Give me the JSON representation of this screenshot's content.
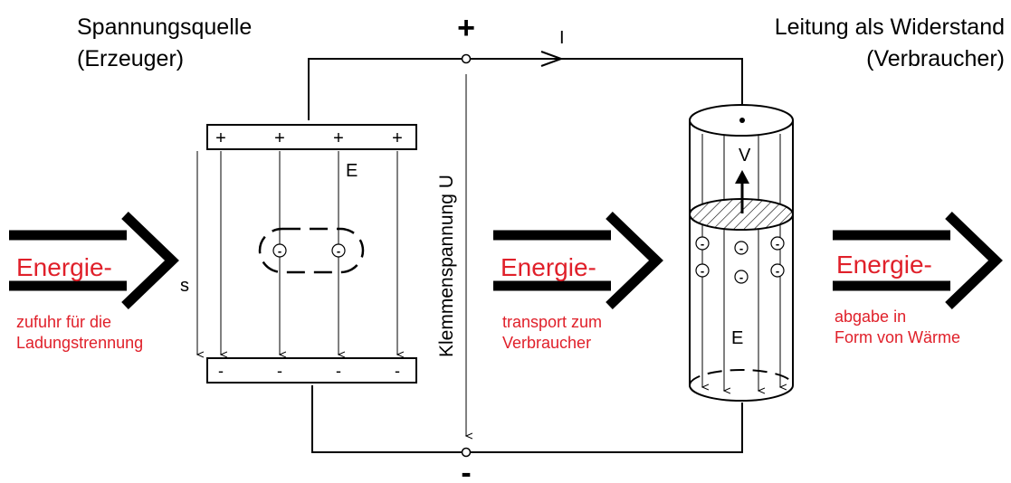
{
  "source_title": [
    "Spannungsquelle",
    "(Erzeuger)"
  ],
  "load_title": [
    "Leitung als Widerstand",
    "(Verbraucher)"
  ],
  "plus_terminal": "+",
  "minus_terminal": "-",
  "current_label": "I",
  "voltage_label": "Klemmenspannung U",
  "field_label_source": "E",
  "field_label_load": "E",
  "distance_label": "s",
  "velocity_label": "V",
  "plate_plus_signs": [
    "+",
    "+",
    "+",
    "+"
  ],
  "plate_minus_signs": [
    "-",
    "-",
    "-",
    "-"
  ],
  "electron_symbol": "-",
  "energy_in": {
    "title": "Energie-",
    "lines": [
      "zufuhr für die",
      "Ladungstrennung"
    ]
  },
  "energy_transport": {
    "title": "Energie-",
    "lines": [
      "transport zum",
      "Verbraucher"
    ]
  },
  "energy_out": {
    "title": "Energie-",
    "lines": [
      "abgabe in",
      "Form von Wärme"
    ]
  },
  "colors": {
    "energy_text": "#e0202a",
    "lines": "#000000"
  }
}
